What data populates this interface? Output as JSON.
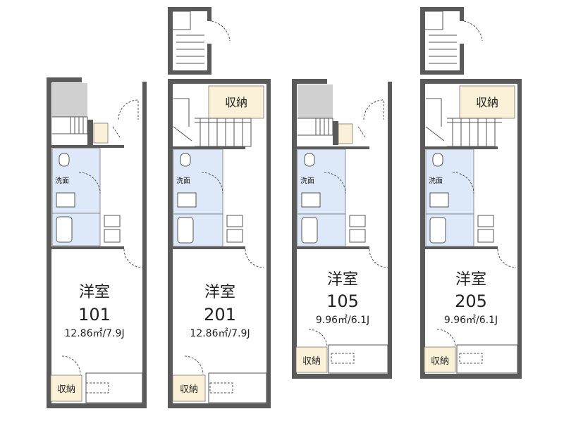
{
  "units": [
    {
      "room_label": "洋室",
      "number": "101",
      "area": "12.86㎡/7.9J",
      "wash_label": "洗面",
      "closet_label": "収納"
    },
    {
      "room_label": "洋室",
      "number": "201",
      "area": "12.86㎡/7.9J",
      "wash_label": "洗面",
      "closet_label": "収納",
      "upper_closet_label": "収納"
    },
    {
      "room_label": "洋室",
      "number": "105",
      "area": "9.96㎡/6.1J",
      "wash_label": "洗面",
      "closet_label": "収納"
    },
    {
      "room_label": "洋室",
      "number": "205",
      "area": "9.96㎡/6.1J",
      "wash_label": "洗面",
      "closet_label": "収納",
      "upper_closet_label": "収納"
    }
  ]
}
